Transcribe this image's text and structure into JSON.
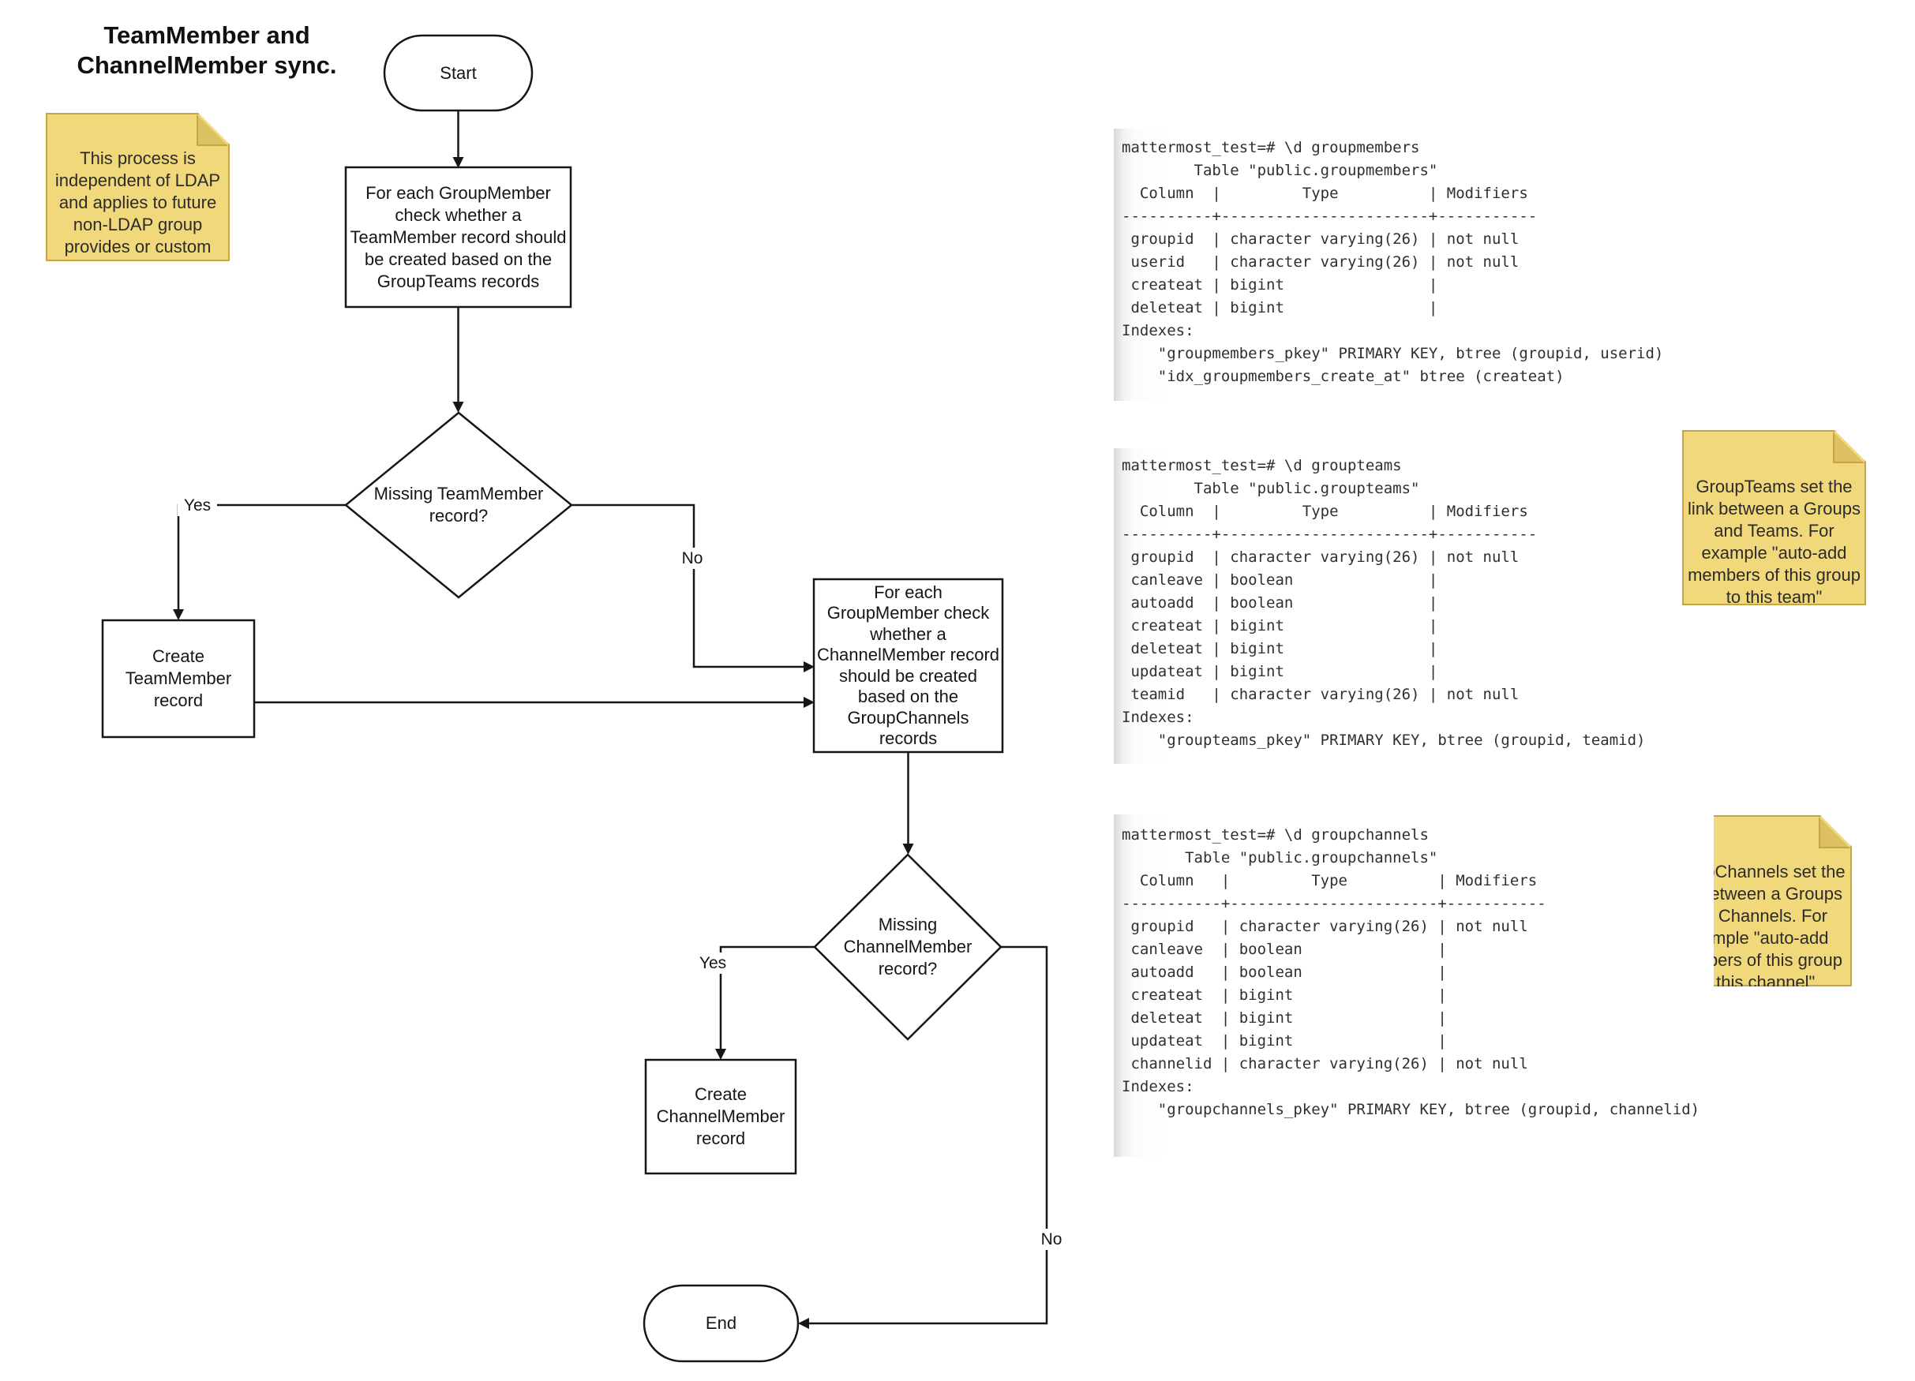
{
  "title": "TeamMember and\nChannelMember sync.",
  "notes": {
    "ldap": "This process is\nindependent of LDAP\nand applies to future\nnon-LDAP group\nprovides or custom\ngroups",
    "groupteams": "GroupTeams set the\nlink between a Groups\nand Teams. For\nexample \"auto-add\nmembers of this group\nto this team\"",
    "groupchannels": "GroupChannels set the\nlink between a Groups\nand Channels. For\nexample \"auto-add\nmembers of this group\nto this channel\""
  },
  "flowchart": {
    "start_label": "Start",
    "process1_text": "For each GroupMember\ncheck whether a\nTeamMember record should\nbe created based on the\nGroupTeams records",
    "decision1_text": "Missing TeamMember\nrecord?",
    "create_teammember_text": "Create\nTeamMember\nrecord",
    "process2_text": "For each\nGroupMember check\nwhether a\nChannelMember record\nshould be created\nbased on the\nGroupChannels\nrecords",
    "decision2_text": "Missing\nChannelMember\nrecord?",
    "create_channelmember_text": "Create\nChannelMember\nrecord",
    "end_label": "End",
    "branch_labels": {
      "decision1_yes": "Yes",
      "decision1_no": "No",
      "decision2_yes": "Yes",
      "decision2_no": "No"
    }
  },
  "terminals": {
    "groupmembers": "mattermost_test=# \\d groupmembers\n        Table \"public.groupmembers\"\n  Column  |         Type          | Modifiers\n----------+-----------------------+-----------\n groupid  | character varying(26) | not null\n userid   | character varying(26) | not null\n createat | bigint                |\n deleteat | bigint                |\nIndexes:\n    \"groupmembers_pkey\" PRIMARY KEY, btree (groupid, userid)\n    \"idx_groupmembers_create_at\" btree (createat)",
    "groupteams": "mattermost_test=# \\d groupteams\n        Table \"public.groupteams\"\n  Column  |         Type          | Modifiers\n----------+-----------------------+-----------\n groupid  | character varying(26) | not null\n canleave | boolean               |\n autoadd  | boolean               |\n createat | bigint                |\n deleteat | bigint                |\n updateat | bigint                |\n teamid   | character varying(26) | not null\nIndexes:\n    \"groupteams_pkey\" PRIMARY KEY, btree (groupid, teamid)",
    "groupchannels": "mattermost_test=# \\d groupchannels\n       Table \"public.groupchannels\"\n  Column   |         Type          | Modifiers\n-----------+-----------------------+-----------\n groupid   | character varying(26) | not null\n canleave  | boolean               |\n autoadd   | boolean               |\n createat  | bigint                |\n deleteat  | bigint                |\n updateat  | bigint                |\n channelid | character varying(26) | not null\nIndexes:\n    \"groupchannels_pkey\" PRIMARY KEY, btree (groupid, channelid)"
  },
  "colors": {
    "note_fill": "#f1d87a",
    "note_border": "#c7a545",
    "note_fold": "#dcc164",
    "line": "#161616",
    "shape_fill": "#ffffff"
  }
}
